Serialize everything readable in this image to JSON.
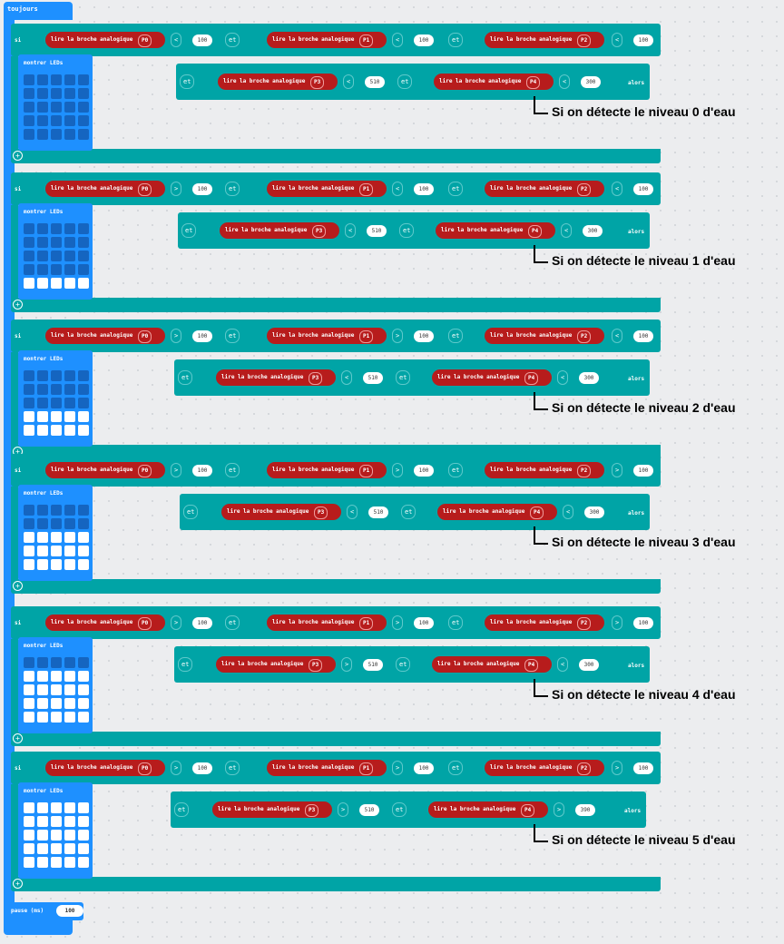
{
  "forever_label": "toujours",
  "pause": {
    "label": "pause (ms)",
    "value": "100"
  },
  "keywords": {
    "if": "si",
    "and": "et",
    "then": "alors",
    "show_leds": "montrer LEDs"
  },
  "read_label": "lire la broche analogique",
  "blocks": [
    {
      "ops": [
        "<",
        "<",
        "<",
        "<",
        "<"
      ],
      "values": [
        "100",
        "100",
        "100",
        "510",
        "300"
      ],
      "leds_on_rows": 0,
      "annotation": "Si on détecte le niveau 0 d'eau"
    },
    {
      "ops": [
        ">",
        "<",
        "<",
        "<",
        "<"
      ],
      "values": [
        "100",
        "100",
        "100",
        "510",
        "300"
      ],
      "leds_on_rows": 1,
      "annotation": "Si on détecte le niveau 1 d'eau"
    },
    {
      "ops": [
        ">",
        ">",
        "<",
        "<",
        "<"
      ],
      "values": [
        "100",
        "100",
        "100",
        "510",
        "300"
      ],
      "leds_on_rows": 2,
      "annotation": "Si on détecte le niveau 2 d'eau"
    },
    {
      "ops": [
        ">",
        ">",
        ">",
        "<",
        "<"
      ],
      "values": [
        "100",
        "100",
        "100",
        "510",
        "300"
      ],
      "leds_on_rows": 3,
      "annotation": "Si on détecte le niveau 3 d'eau"
    },
    {
      "ops": [
        ">",
        ">",
        ">",
        ">",
        "<"
      ],
      "values": [
        "100",
        "100",
        "100",
        "510",
        "300"
      ],
      "leds_on_rows": 4,
      "annotation": "Si on détecte le niveau 4 d'eau"
    },
    {
      "ops": [
        ">",
        ">",
        ">",
        ">",
        ">"
      ],
      "values": [
        "100",
        "100",
        "100",
        "510",
        "390"
      ],
      "leds_on_rows": 5,
      "annotation": "Si on détecte le niveau 5 d'eau"
    }
  ],
  "pins": [
    "P0",
    "P1",
    "P2",
    "P3",
    "P4"
  ]
}
